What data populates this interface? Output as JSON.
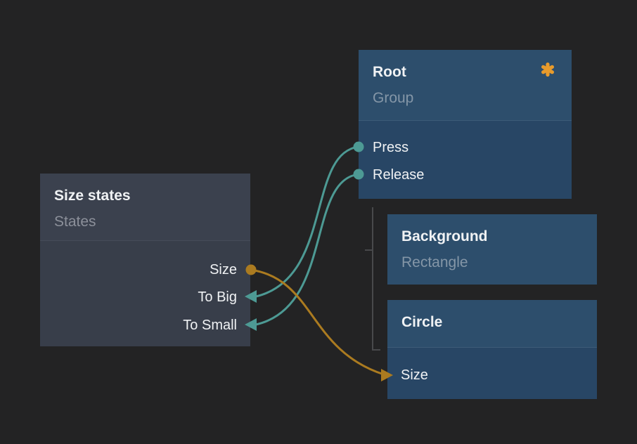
{
  "canvas": {
    "background_color": "#232324"
  },
  "palette": {
    "node_blue_header": "#2d4e6c",
    "node_blue_body": "#284665",
    "node_gray_header": "#3b414e",
    "node_gray_body": "#383e4a",
    "title_color": "#f0f2f4",
    "subtitle_blue": "#8496a7",
    "subtitle_gray": "#8c909a",
    "teal": "#4d9a94",
    "orange": "#ab7b20",
    "asterisk_orange": "#e89b2c",
    "hierarchy_line": "#48494b"
  },
  "nodes": {
    "size_states": {
      "title": "Size states",
      "subtitle": "States",
      "ports": {
        "size": "Size",
        "to_big": "To Big",
        "to_small": "To Small"
      }
    },
    "root": {
      "title": "Root",
      "subtitle": "Group",
      "badge": "asterisk-icon",
      "ports": {
        "press": "Press",
        "release": "Release"
      }
    },
    "background": {
      "title": "Background",
      "subtitle": "Rectangle"
    },
    "circle": {
      "title": "Circle",
      "ports": {
        "size": "Size"
      }
    }
  },
  "connections": [
    {
      "from": "Root.Press",
      "to": "Size states.To Big",
      "color": "teal"
    },
    {
      "from": "Root.Release",
      "to": "Size states.To Small",
      "color": "teal"
    },
    {
      "from": "Size states.Size",
      "to": "Circle.Size",
      "color": "orange"
    },
    {
      "from": "Root",
      "to": "Background, Circle",
      "type": "hierarchy"
    }
  ]
}
